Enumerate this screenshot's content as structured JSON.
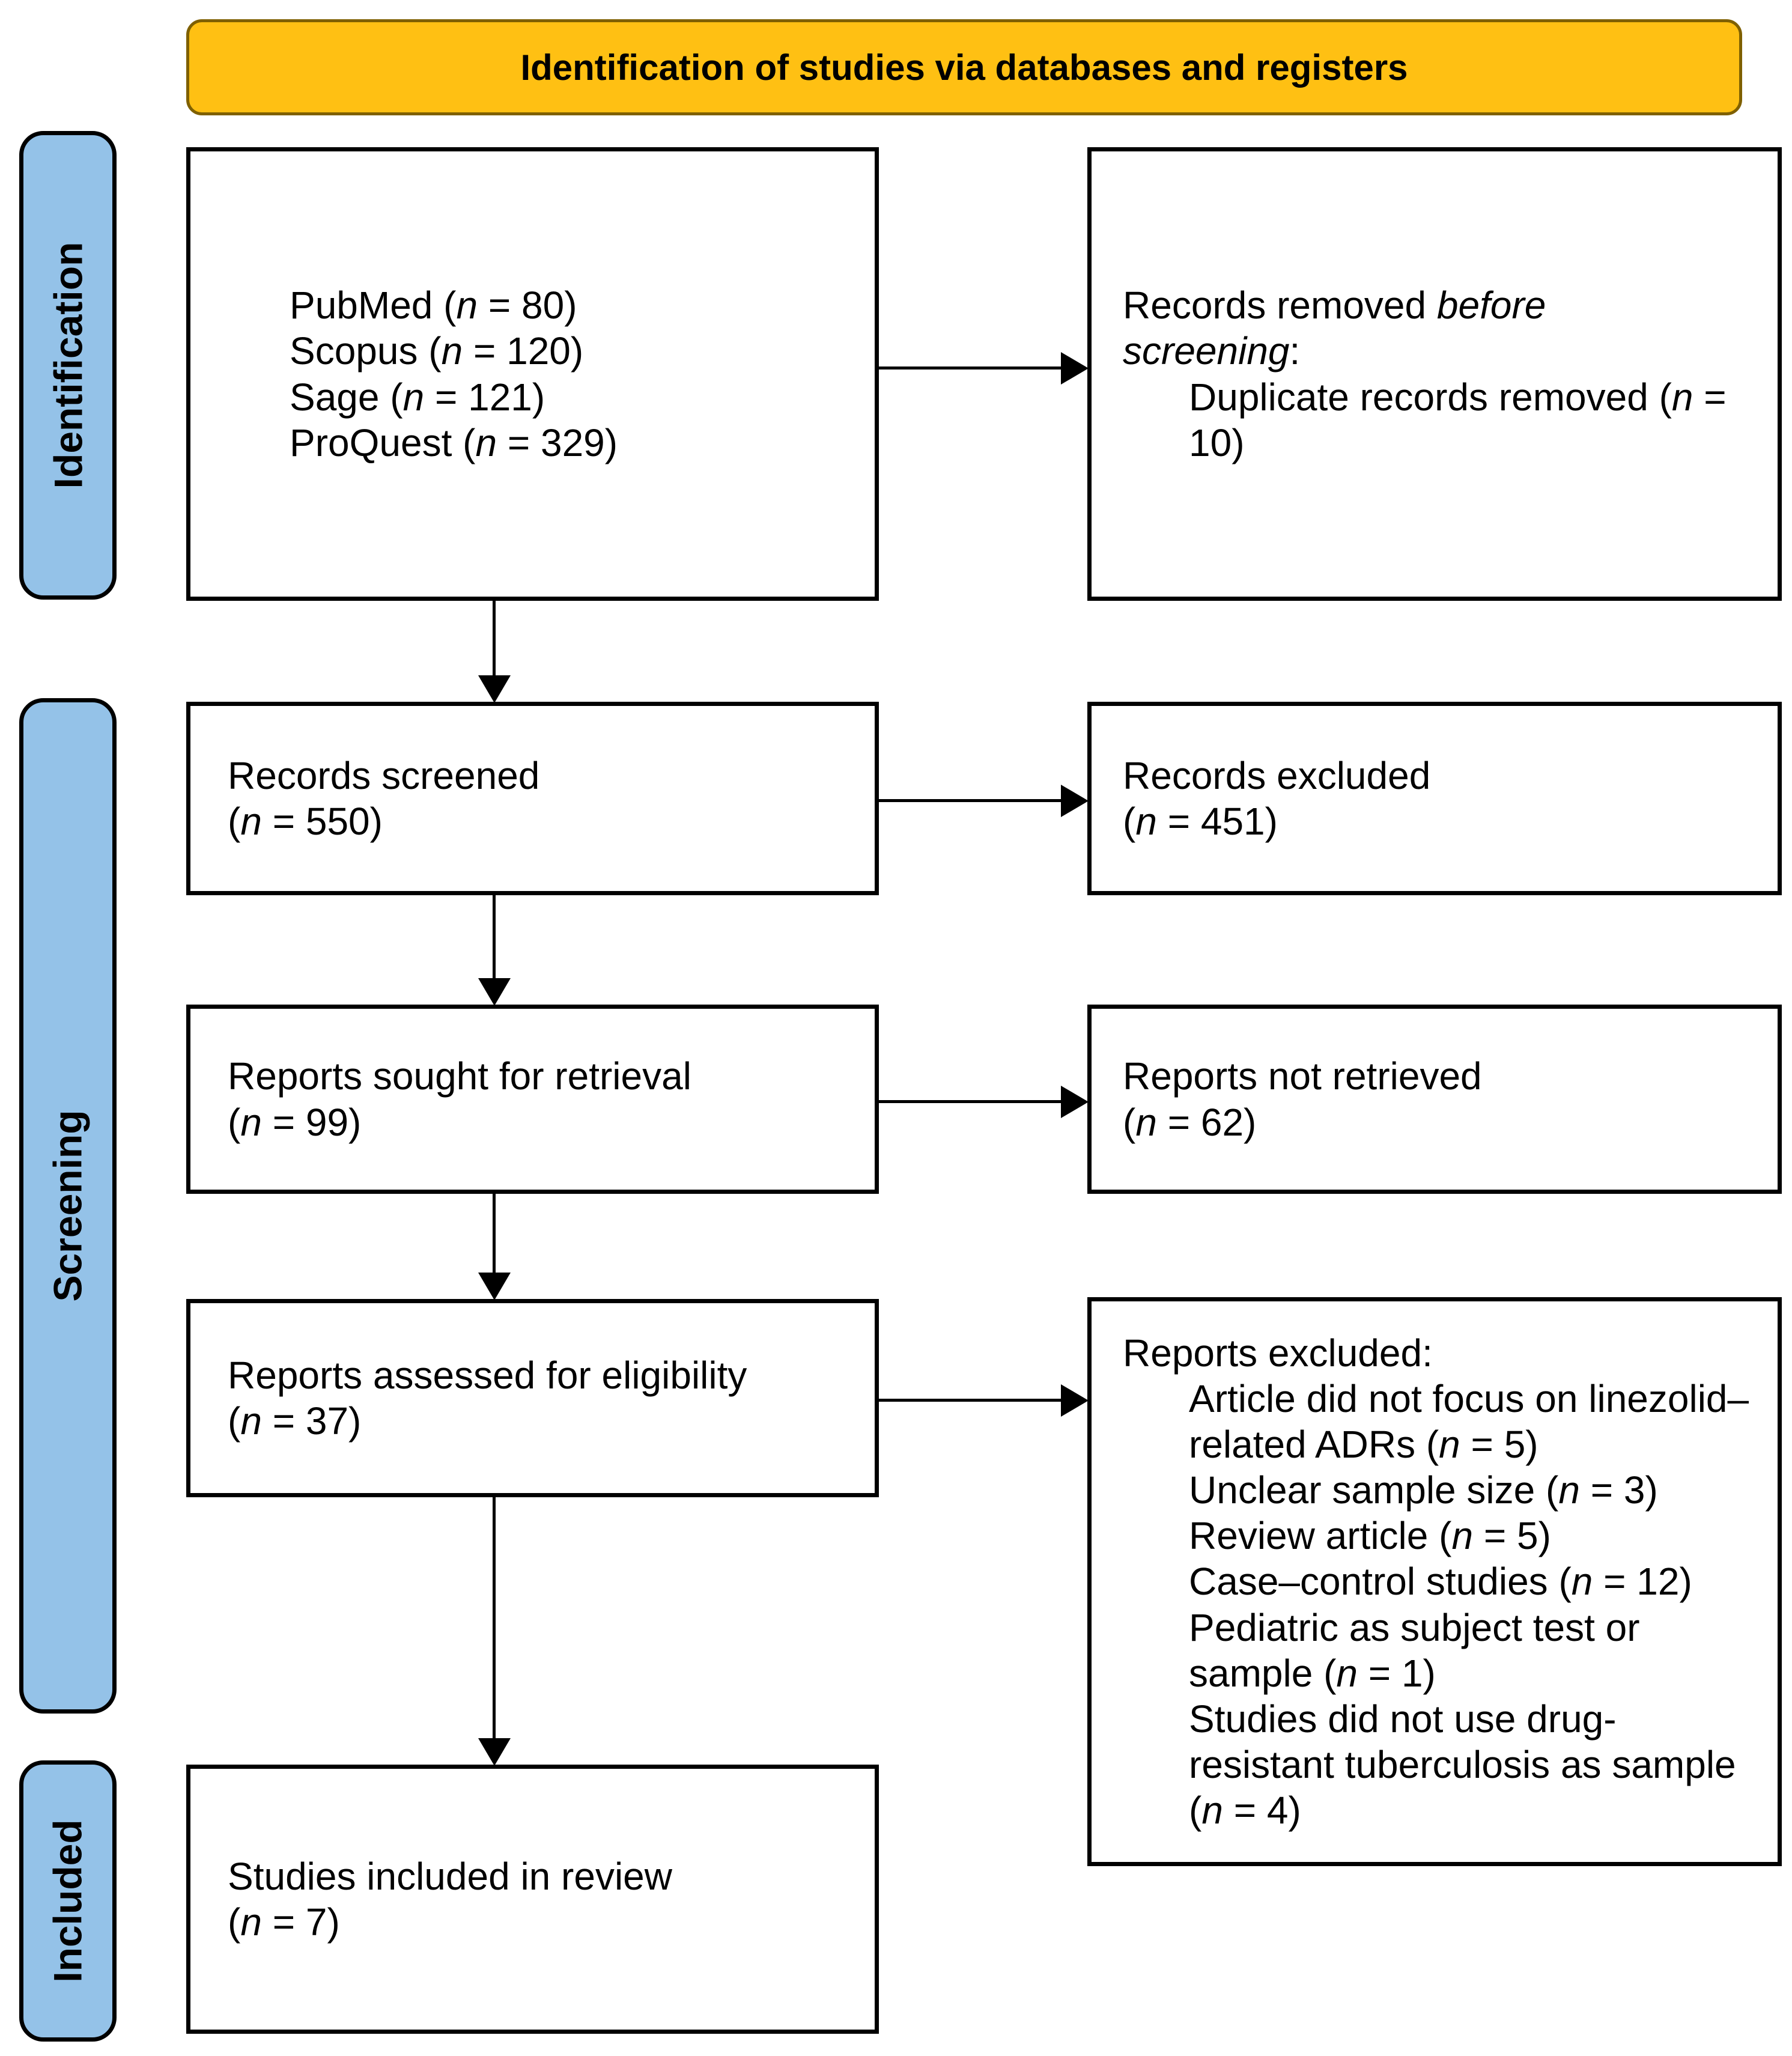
{
  "header": {
    "title": "Identification of studies via databases and registers"
  },
  "stages": {
    "identification": "Identification",
    "screening": "Screening",
    "included": "Included"
  },
  "boxes": {
    "databases": {
      "lines": [
        "PubMed (n = 80)",
        "Scopus (n = 120)",
        "Sage (n = 121)",
        "ProQuest (n = 329)"
      ]
    },
    "records_removed": {
      "intro": "Records removed *before screening*:",
      "items": [
        "Duplicate records removed (n = 10)"
      ]
    },
    "records_screened": {
      "lines": [
        "Records screened",
        "(n = 550)"
      ]
    },
    "records_excluded": {
      "lines": [
        "Records excluded",
        "(n = 451)"
      ]
    },
    "reports_sought": {
      "lines": [
        "Reports sought for retrieval",
        "(n = 99)"
      ]
    },
    "reports_not_retrieved": {
      "lines": [
        "Reports not retrieved",
        "(n = 62)"
      ]
    },
    "reports_assessed": {
      "lines": [
        "Reports assessed for eligibility",
        "(n = 37)"
      ]
    },
    "reports_excluded": {
      "intro": "Reports excluded:",
      "items": [
        "Article did not focus on linezolid–related ADRs (n = 5)",
        "Unclear sample size (n = 3)",
        "Review article (n = 5)",
        "Case–control studies (n = 12)",
        "Pediatric as subject test or sample (n = 1)",
        "Studies did not use drug-resistant tuberculosis as sample (n = 4)"
      ]
    },
    "studies_included": {
      "lines": [
        "Studies included in review",
        "(n = 7)"
      ]
    }
  },
  "colors": {
    "banner_fill": "#FFC013",
    "banner_border": "#7F6000",
    "stage_fill": "#94C2E8",
    "box_border": "#000000",
    "arrow_color": "#000000"
  }
}
